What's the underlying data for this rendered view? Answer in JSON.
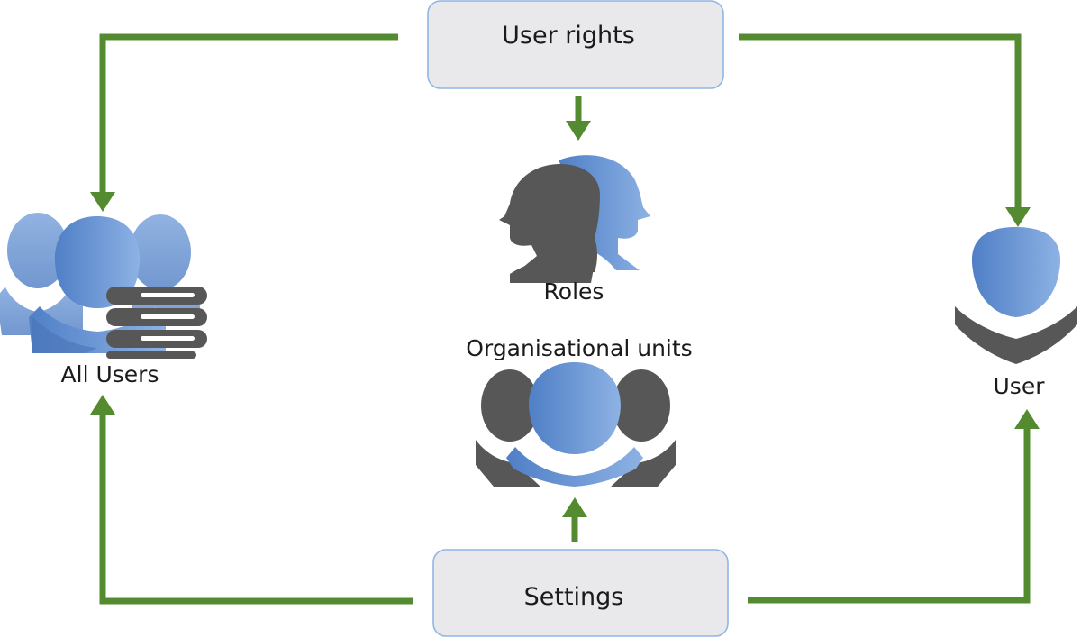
{
  "boxes": {
    "user_rights": "User rights",
    "settings": "Settings"
  },
  "nodes": {
    "all_users": "All Users",
    "roles": "Roles",
    "org_units": "Organisational units",
    "user": "User"
  },
  "icons": {
    "all_users": "user-group-database-icon",
    "roles": "roles-heads-icon",
    "org_units": "organisational-units-group-icon",
    "user": "single-user-icon"
  },
  "colors": {
    "arrow": "#558b30",
    "person_blue": "#6f98d4",
    "person_dark": "#5a5a5a",
    "box_fill": "#e9e9ec",
    "box_border": "#8fb6e6"
  }
}
